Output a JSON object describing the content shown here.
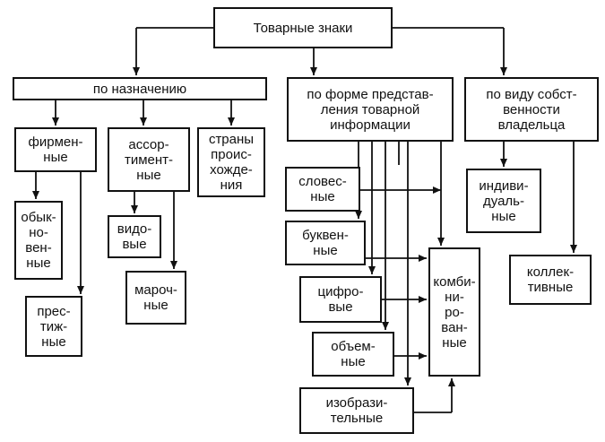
{
  "diagram": {
    "root": "Товарные знаки",
    "by_purpose": {
      "label": "по назначению",
      "firm": "фирмен-\nные",
      "ordinary": "обык-\nно-\nвен-\nные",
      "prestige": "прес-\nтиж-\nные",
      "assortment": "ассор-\nтимент-\nные",
      "species": "видо-\nвые",
      "brand": "мароч-\nные",
      "origin": "страны\nпроис-\nхожде-\nния"
    },
    "by_form": {
      "label": "по форме представ-\nления товарной\nинформации",
      "verbal": "словес-\nные",
      "letter": "буквен-\nные",
      "digital": "цифро-\nвые",
      "volumetric": "объем-\nные",
      "pictorial": "изобрази-\nтельные",
      "combined": "комби-\nни-\nро-\nван-\nные"
    },
    "by_ownership": {
      "label": "по виду собст-\nвенности\nвладельца",
      "individual": "индиви-\nдуаль-\nные",
      "collective": "коллек-\nтивные"
    }
  }
}
